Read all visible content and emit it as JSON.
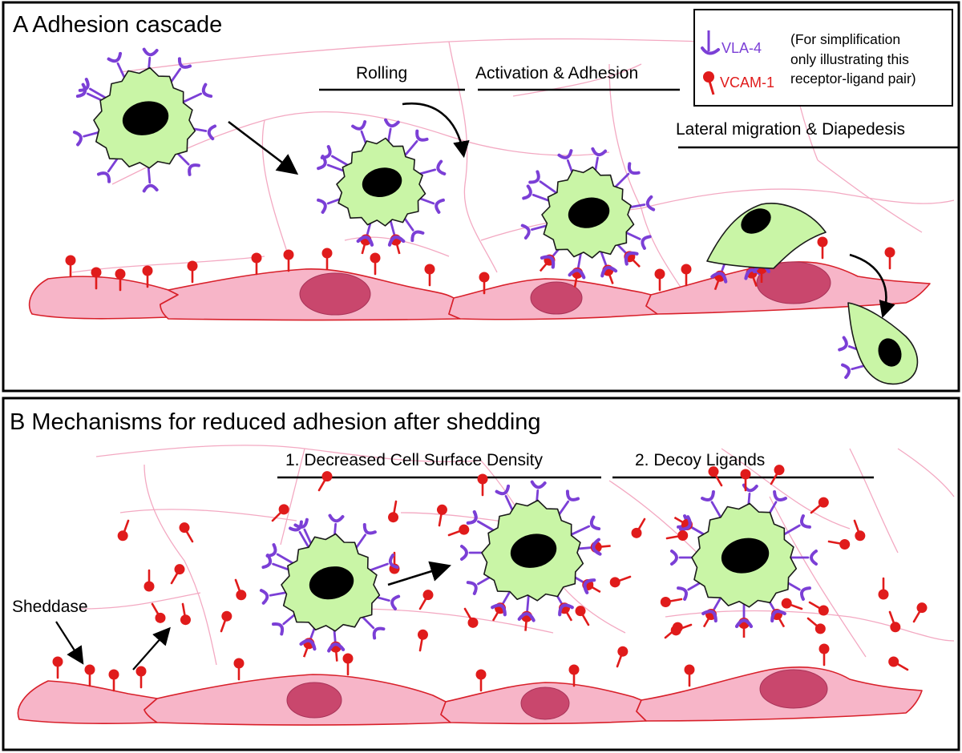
{
  "panel_a": {
    "title": "A   Adhesion cascade",
    "stages": {
      "rolling": "Rolling",
      "activation": "Activation & Adhesion",
      "migration": "Lateral migration & Diapedesis"
    }
  },
  "legend": {
    "vla4": "VLA-4",
    "vcam1": "VCAM-1",
    "note": [
      "(For simplification",
      "only illustrating this",
      "receptor-ligand pair)"
    ]
  },
  "panel_b": {
    "title": "B   Mechanisms for reduced adhesion after shedding",
    "stages": {
      "density": "1. Decreased Cell Surface Density",
      "decoy": "2. Decoy Ligands"
    },
    "sheddase": "Sheddase"
  },
  "colors": {
    "vla4": "#7b3fd6",
    "vcam1": "#e01b1b",
    "leukocyte": "#c9f5a6",
    "endothelium": "#f7b5c8",
    "endo_nucleus": "#c9476d"
  }
}
